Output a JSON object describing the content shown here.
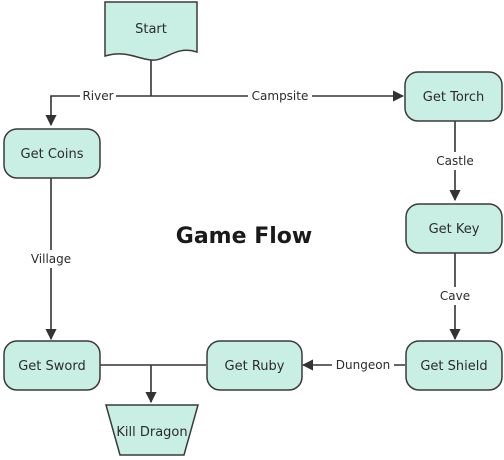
{
  "title": "Game Flow",
  "colors": {
    "node_fill": "#c9eee4",
    "node_stroke": "#3a3a3a",
    "edge": "#333333"
  },
  "nodes": {
    "start": "Start",
    "get_torch": "Get Torch",
    "get_coins": "Get Coins",
    "get_key": "Get Key",
    "get_sword": "Get Sword",
    "get_ruby": "Get Ruby",
    "get_shield": "Get Shield",
    "kill_dragon": "Kill Dragon"
  },
  "edges": {
    "river": "River",
    "campsite": "Campsite",
    "castle": "Castle",
    "village": "Village",
    "cave": "Cave",
    "dungeon": "Dungeon"
  }
}
